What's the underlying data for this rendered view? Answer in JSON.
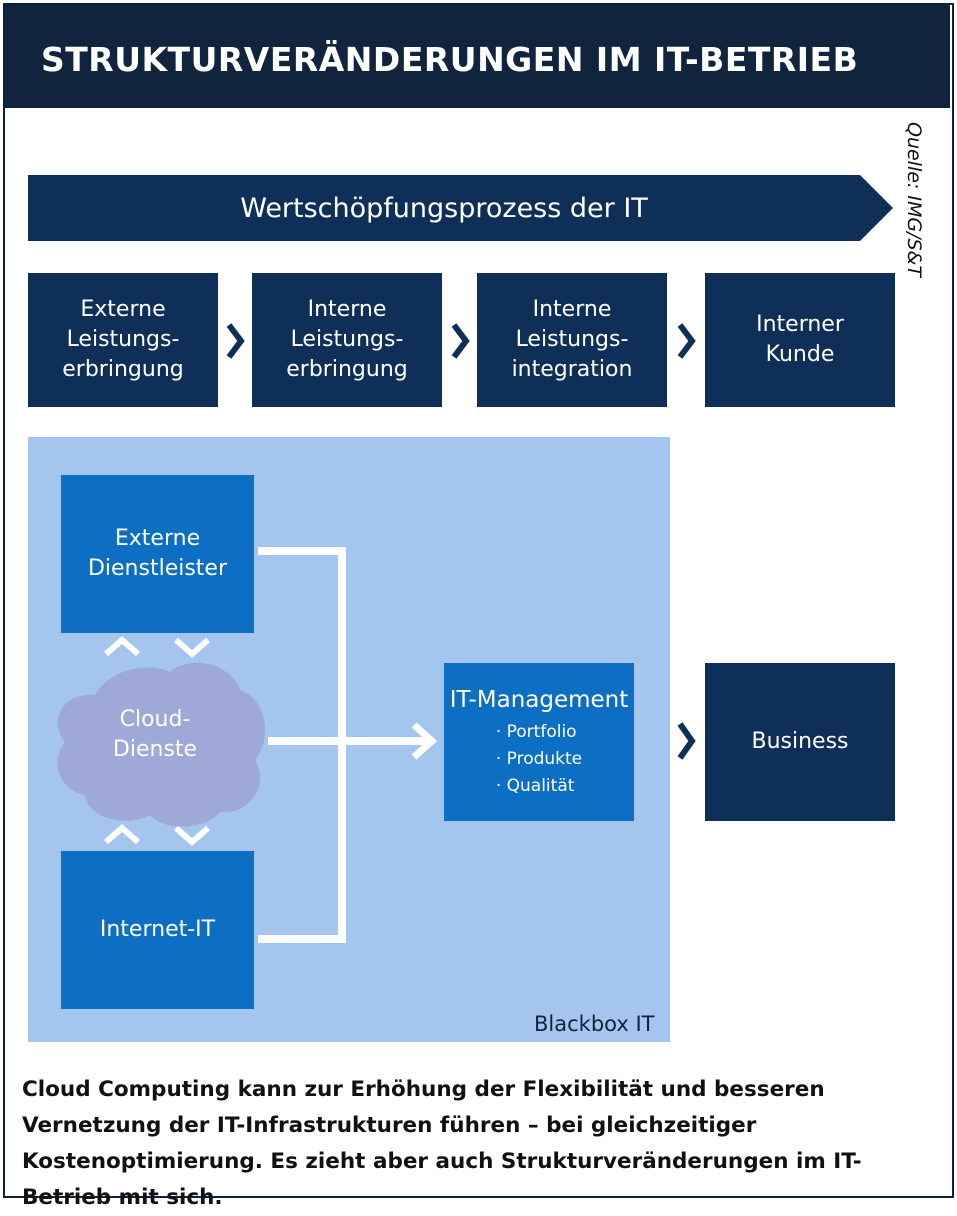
{
  "header": {
    "title": "STRUKTURVERÄNDERUNGEN IM IT-BETRIEB"
  },
  "source": "Quelle: IMG/S&T",
  "process_arrow": {
    "label": "Wertschöpfungsprozess der IT"
  },
  "process_steps": [
    {
      "lines": [
        "Externe",
        "Leistungs-",
        "erbringung"
      ]
    },
    {
      "lines": [
        "Interne",
        "Leistungs-",
        "erbringung"
      ]
    },
    {
      "lines": [
        "Interne",
        "Leistungs-",
        "integration"
      ]
    },
    {
      "lines": [
        "Interner",
        "Kunde"
      ]
    }
  ],
  "blackbox": {
    "label": "Blackbox IT",
    "external_providers": {
      "lines": [
        "Externe",
        "Dienstleister"
      ]
    },
    "cloud": {
      "lines": [
        "Cloud-",
        "Dienste"
      ]
    },
    "internet_it": {
      "label": "Internet-IT"
    },
    "it_management": {
      "title": "IT-Management",
      "items": [
        "Portfolio",
        "Produkte",
        "Qualität"
      ]
    }
  },
  "business": {
    "label": "Business"
  },
  "caption": "Cloud Computing kann zur Erhöhung der Flexibilität und besseren Vernetzung der IT-Infrastrukturen führen – bei gleichzeitiger Kostenoptimierung. Es zieht aber auch Strukturveränderungen im IT-Betrieb mit sich.",
  "colors": {
    "navy": "#0e2f57",
    "header": "#10243e",
    "blue": "#0d6fc4",
    "light_blue": "#a3c5ee",
    "cloud": "#9ea9d8"
  }
}
